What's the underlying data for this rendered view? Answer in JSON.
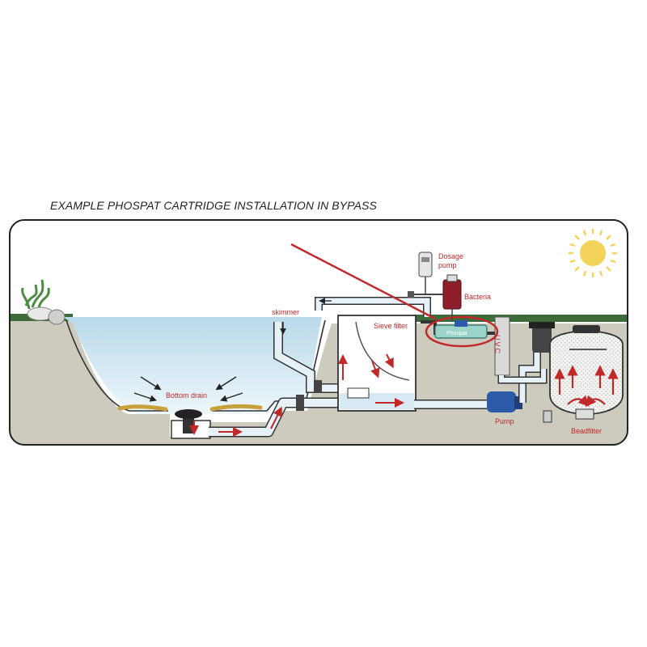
{
  "title": "EXAMPLE PHOSPAT CARTRIDGE INSTALLATION IN BYPASS",
  "labels": {
    "dosage_pump_line1": "Dosage",
    "dosage_pump_line2": "pump",
    "bacteria": "Bacteria",
    "skimmer": "skimmer",
    "sieve_filter": "Sieve filter",
    "uvc": "UVC",
    "bottom_drain": "Bottom drain",
    "pump": "Pump",
    "beadfilter": "Beadfilter",
    "cartridge": "Phospat"
  },
  "colors": {
    "ground": "#cdcbbd",
    "grass": "#3d6b3a",
    "water": "#d7eaf4",
    "pipe": "#e6f2f8",
    "arrow": "#c0282a",
    "sun": "#f3d35a"
  }
}
